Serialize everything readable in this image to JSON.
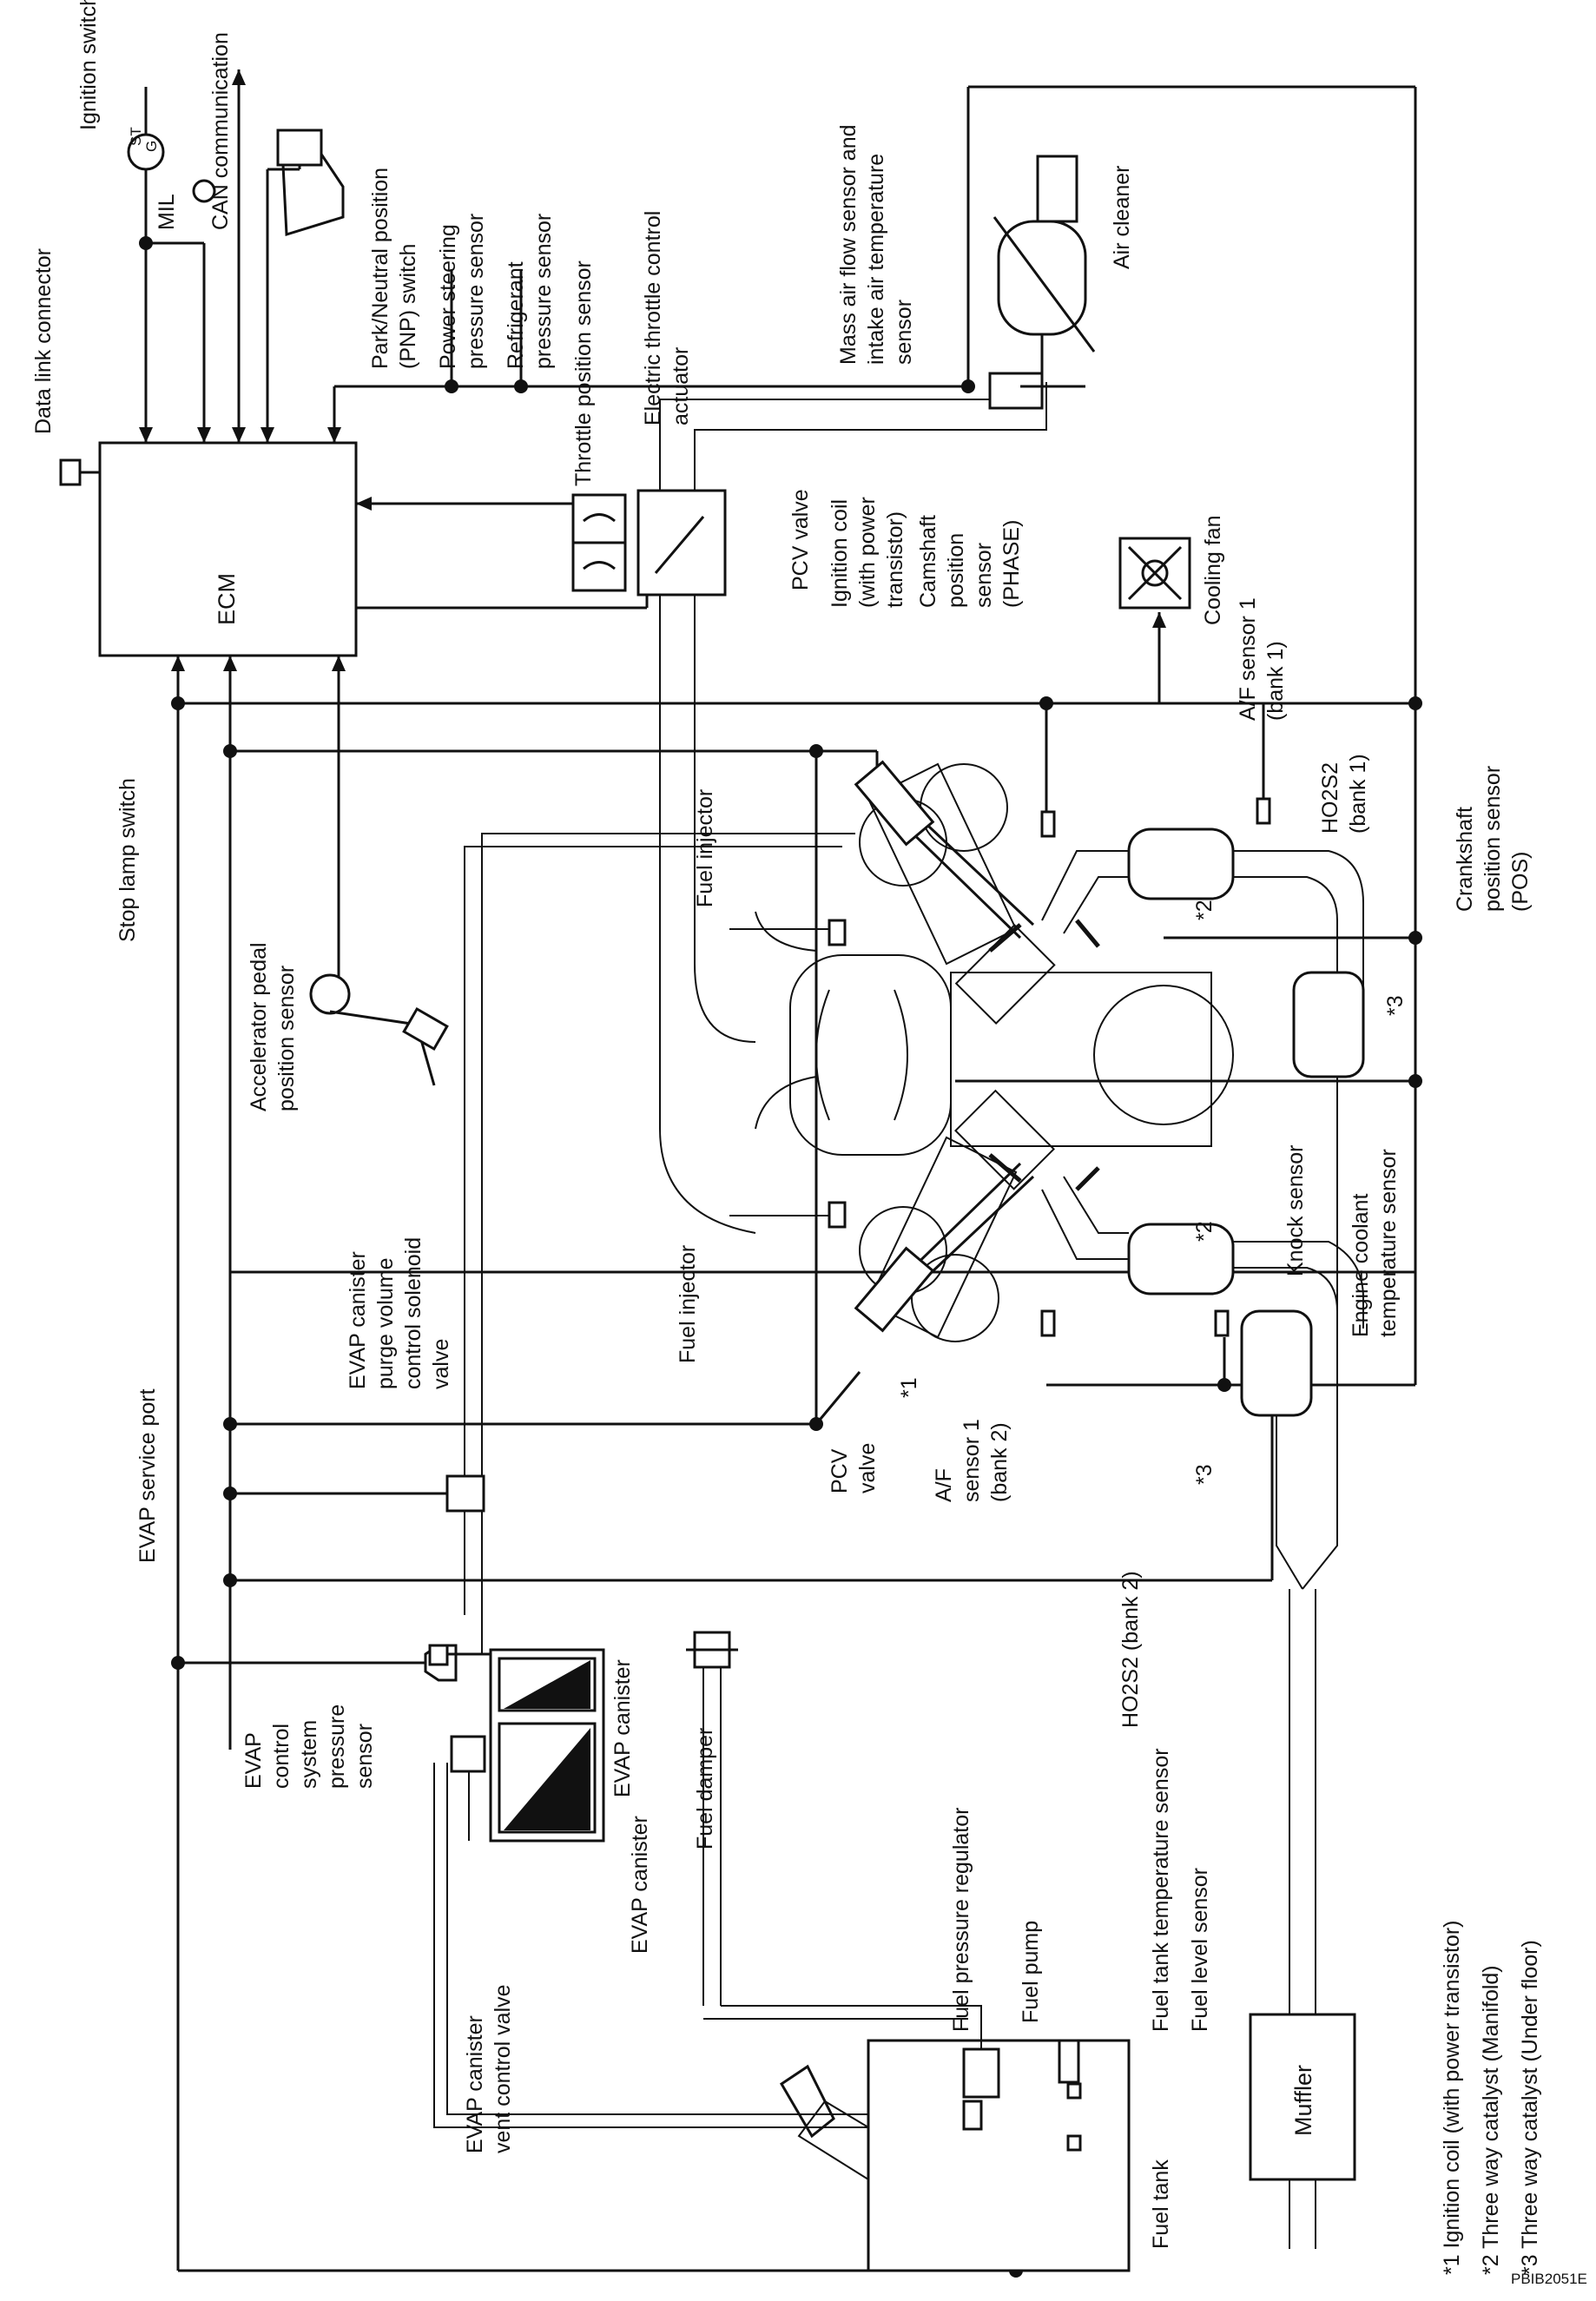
{
  "components": {
    "ecm": "ECM",
    "data_link_connector": "Data link connector",
    "ignition_switch": "Ignition switch",
    "ign_st": "ST",
    "ign_g": "G",
    "mil": "MIL",
    "can_communication": "CAN communication",
    "stop_lamp_switch": "Stop lamp switch",
    "pnp_switch_1": "Park/Neutral position",
    "pnp_switch_2": "(PNP) switch",
    "ps_pressure_1": "Power steering",
    "ps_pressure_2": "pressure sensor",
    "refrigerant_1": "Refrigerant",
    "refrigerant_2": "pressure sensor",
    "throttle_position_sensor": "Throttle position sensor",
    "throttle_actuator_1": "Electric throttle control",
    "throttle_actuator_2": "actuator",
    "maf_1": "Mass air flow sensor and",
    "maf_2": "intake air temperature",
    "maf_3": "sensor",
    "air_cleaner": "Air cleaner",
    "pcv_valve_top": "PCV valve",
    "ignition_coil_1": "Ignition coil",
    "ignition_coil_2": "(with power",
    "ignition_coil_3": "transistor)",
    "camshaft_1": "Camshaft",
    "camshaft_2": "position",
    "camshaft_3": "sensor",
    "camshaft_4": "(PHASE)",
    "cooling_fan": "Cooling fan",
    "af_sensor_bank1_1": "A/F sensor 1",
    "af_sensor_bank1_2": "(bank 1)",
    "ho2s2_bank1_1": "HO2S2",
    "ho2s2_bank1_2": "(bank 1)",
    "crankshaft_1": "Crankshaft",
    "crankshaft_2": "position sensor",
    "crankshaft_3": "(POS)",
    "star2_top": "*2",
    "star3_top": "*3",
    "knock_sensor": "Knock sensor",
    "ect_1": "Engine coolant",
    "ect_2": "temperature sensor",
    "star2_bottom": "*2",
    "fuel_injector_top": "Fuel injector",
    "fuel_injector_bottom": "Fuel injector",
    "app_sensor_1": "Accelerator pedal",
    "app_sensor_2": "position sensor",
    "evap_purge_1": "EVAP canister",
    "evap_purge_2": "purge volume",
    "evap_purge_3": "control solenoid",
    "evap_purge_4": "valve",
    "evap_service_port": "EVAP service port",
    "pcv_valve_bottom_1": "PCV",
    "pcv_valve_bottom_2": "valve",
    "star1": "*1",
    "af_sensor_bank2_1": "A/F",
    "af_sensor_bank2_2": "sensor 1",
    "af_sensor_bank2_3": "(bank 2)",
    "ho2s2_bank2": "HO2S2 (bank 2)",
    "star3_bottom": "*3",
    "evap_pressure_1": "EVAP",
    "evap_pressure_2": "control",
    "evap_pressure_3": "system",
    "evap_pressure_4": "pressure",
    "evap_pressure_5": "sensor",
    "evap_canister_a": "EVAP canister",
    "evap_canister_b": "EVAP canister",
    "fuel_damper": "Fuel damper",
    "fuel_pressure_regulator": "Fuel pressure regulator",
    "fuel_pump": "Fuel pump",
    "fuel_tank_temp": "Fuel tank temperature sensor",
    "fuel_level": "Fuel level sensor",
    "evap_vent_1": "EVAP canister",
    "evap_vent_2": "vent control valve",
    "fuel_tank": "Fuel tank",
    "muffler": "Muffler"
  },
  "notes": {
    "note1": "*1 Ignition coil (with power transistor)",
    "note2": "*2 Three way catalyst (Manifold)",
    "note3": "*3 Three way catalyst (Under floor)"
  },
  "figure_code": "PBIB2051E"
}
